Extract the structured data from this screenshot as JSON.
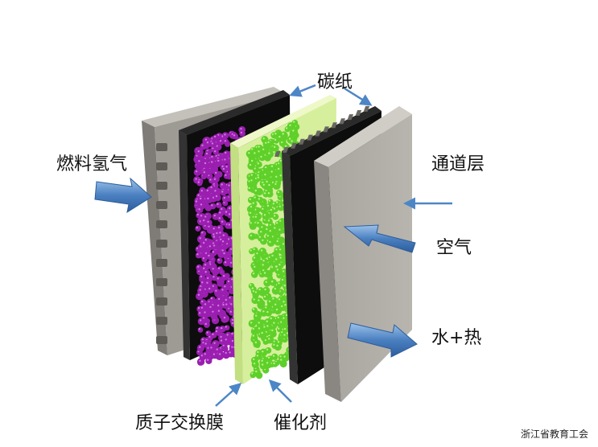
{
  "labels": {
    "carbon_paper": "碳纸",
    "fuel_hydrogen": "燃料氢气",
    "channel_layer": "通道层",
    "air": "空气",
    "water_heat": "水+热",
    "proton_exchange_membrane": "质子交换膜",
    "catalyst": "催化剂"
  },
  "watermark": "浙江省教育工会",
  "colors": {
    "plate": "#8f8d88",
    "plate_light": "#b4b1ab",
    "carbon_paper": "#111111",
    "membrane": "#d8f0a0",
    "anode_catalyst": "#9a1fb0",
    "cathode_catalyst": "#5fd02a",
    "arrow": "#4d86c6"
  }
}
